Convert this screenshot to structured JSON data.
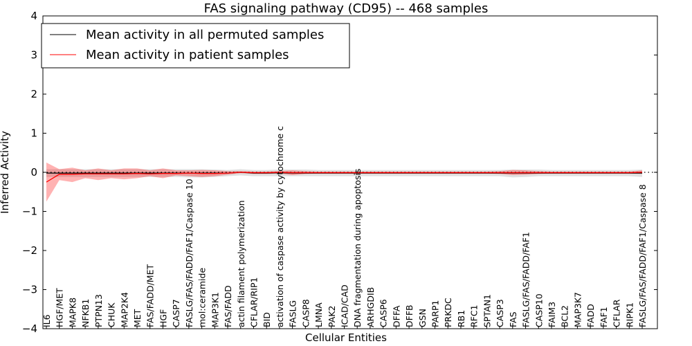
{
  "chart_data": {
    "type": "line",
    "title": "FAS signaling pathway (CD95) -- 468 samples",
    "xlabel": "Cellular Entities",
    "ylabel": "Inferred Activity",
    "ylim": [
      -4,
      4
    ],
    "yticks": [
      -4,
      -3,
      -2,
      -1,
      0,
      1,
      2,
      3,
      4
    ],
    "ytick_labels": [
      "−4",
      "−3",
      "−2",
      "−1",
      "0",
      "1",
      "2",
      "3",
      "4"
    ],
    "legend_position": "top-left",
    "grid": false,
    "categories": [
      "IL6",
      "HGF/MET",
      "MAPK8",
      "NFKB1",
      "PTPN13",
      "CHUK",
      "MAP2K4",
      "MET",
      "FAS/FADD/MET",
      "HGF",
      "CASP7",
      "FASLG/FAS/FADD/FAF1/Caspase 10",
      "mol:ceramide",
      "MAP3K1",
      "FAS/FADD",
      "actin filament polymerization",
      "CFLAR/RIP1",
      "BID",
      "activation of caspase activity by cytochrome c",
      "FASLG",
      "CASP8",
      "LMNA",
      "PAK2",
      "ICAD/CAD",
      "DNA fragmentation during apoptosis",
      "ARHGDIB",
      "CASP6",
      "DFFA",
      "DFFB",
      "GSN",
      "PARP1",
      "PRKDC",
      "RB1",
      "RFC1",
      "SPTAN1",
      "CASP3",
      "FAS",
      "FASLG/FAS/FADD/FAF1",
      "CASP10",
      "FAIM3",
      "BCL2",
      "MAP3K7",
      "FADD",
      "FAF1",
      "CFLAR",
      "RIPK1",
      "FASLG/FAS/FADD/FAF1/Caspase 8"
    ],
    "series": [
      {
        "name": "Mean activity in all permuted samples",
        "color": "#000000",
        "values": [
          -0.02,
          -0.02,
          -0.02,
          -0.02,
          -0.02,
          -0.02,
          -0.02,
          -0.02,
          -0.02,
          -0.02,
          -0.02,
          -0.02,
          -0.02,
          -0.02,
          -0.02,
          0.0,
          -0.02,
          -0.02,
          -0.01,
          -0.02,
          -0.02,
          -0.02,
          -0.02,
          -0.02,
          -0.02,
          -0.02,
          -0.02,
          -0.02,
          -0.02,
          -0.02,
          -0.02,
          -0.02,
          -0.02,
          -0.02,
          -0.02,
          -0.02,
          -0.02,
          -0.02,
          -0.02,
          -0.02,
          -0.02,
          -0.02,
          -0.02,
          -0.02,
          -0.02,
          -0.02,
          -0.02
        ],
        "band_low": [
          -0.12,
          -0.12,
          -0.12,
          -0.12,
          -0.12,
          -0.12,
          -0.12,
          -0.12,
          -0.12,
          -0.12,
          -0.12,
          -0.13,
          -0.13,
          -0.12,
          -0.1,
          -0.08,
          -0.1,
          -0.1,
          -0.1,
          -0.1,
          -0.1,
          -0.1,
          -0.1,
          -0.1,
          -0.1,
          -0.1,
          -0.1,
          -0.1,
          -0.1,
          -0.1,
          -0.1,
          -0.1,
          -0.1,
          -0.1,
          -0.1,
          -0.1,
          -0.13,
          -0.12,
          -0.1,
          -0.1,
          -0.1,
          -0.1,
          -0.1,
          -0.1,
          -0.1,
          -0.1,
          -0.12
        ],
        "band_high": [
          0.08,
          0.08,
          0.08,
          0.08,
          0.08,
          0.08,
          0.08,
          0.08,
          0.08,
          0.08,
          0.08,
          0.08,
          0.08,
          0.07,
          0.06,
          0.08,
          0.06,
          0.06,
          0.07,
          0.07,
          0.07,
          0.06,
          0.06,
          0.06,
          0.06,
          0.06,
          0.06,
          0.06,
          0.06,
          0.06,
          0.06,
          0.06,
          0.06,
          0.06,
          0.06,
          0.06,
          0.07,
          0.07,
          0.07,
          0.06,
          0.06,
          0.06,
          0.06,
          0.06,
          0.06,
          0.06,
          0.07
        ]
      },
      {
        "name": "Mean activity in patient samples",
        "color": "#ff0000",
        "values": [
          -0.25,
          -0.05,
          -0.05,
          -0.04,
          -0.04,
          -0.04,
          -0.04,
          -0.03,
          -0.04,
          -0.03,
          -0.03,
          -0.02,
          -0.03,
          -0.03,
          -0.02,
          0.0,
          -0.01,
          -0.01,
          0.0,
          -0.01,
          -0.01,
          -0.01,
          -0.01,
          -0.01,
          -0.01,
          -0.01,
          -0.01,
          -0.01,
          -0.01,
          -0.01,
          -0.01,
          -0.01,
          -0.01,
          -0.01,
          -0.01,
          -0.01,
          -0.01,
          -0.01,
          -0.01,
          -0.01,
          -0.01,
          -0.01,
          -0.01,
          -0.01,
          -0.01,
          -0.01,
          0.0
        ],
        "band_low": [
          -0.75,
          -0.2,
          -0.25,
          -0.15,
          -0.2,
          -0.15,
          -0.18,
          -0.15,
          -0.1,
          -0.15,
          -0.08,
          -0.1,
          -0.12,
          -0.1,
          -0.06,
          -0.02,
          -0.04,
          -0.04,
          -0.03,
          -0.07,
          -0.04,
          -0.03,
          -0.03,
          -0.03,
          -0.03,
          -0.03,
          -0.03,
          -0.03,
          -0.03,
          -0.03,
          -0.03,
          -0.03,
          -0.03,
          -0.03,
          -0.03,
          -0.04,
          -0.07,
          -0.06,
          -0.04,
          -0.03,
          -0.03,
          -0.03,
          -0.03,
          -0.03,
          -0.03,
          -0.03,
          -0.04
        ],
        "band_high": [
          0.25,
          0.08,
          0.12,
          0.05,
          0.1,
          0.05,
          0.1,
          0.1,
          0.05,
          0.1,
          0.05,
          0.05,
          0.06,
          0.05,
          0.03,
          0.03,
          0.02,
          0.02,
          0.03,
          0.05,
          0.03,
          0.02,
          0.02,
          0.02,
          0.02,
          0.02,
          0.02,
          0.02,
          0.02,
          0.02,
          0.02,
          0.02,
          0.02,
          0.02,
          0.02,
          0.03,
          0.06,
          0.05,
          0.03,
          0.02,
          0.02,
          0.02,
          0.02,
          0.02,
          0.02,
          0.02,
          0.05
        ]
      }
    ]
  }
}
